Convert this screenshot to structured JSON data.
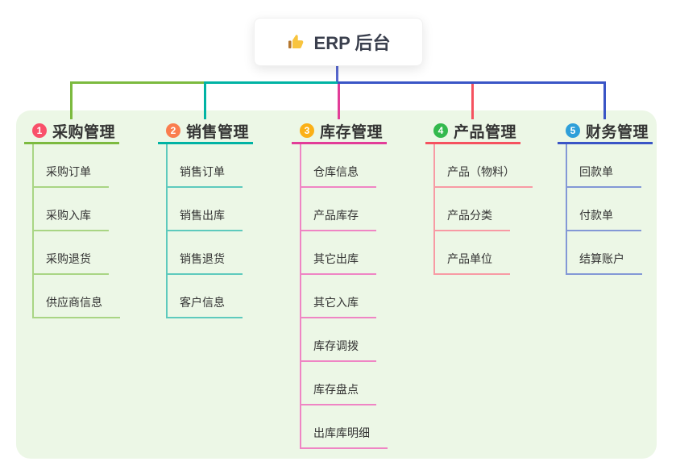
{
  "root": {
    "title": "ERP 后台",
    "icon": "thumbs-up-icon",
    "icon_color": "#f8c43f",
    "drop_line_color": "#5868cf"
  },
  "branches": [
    {
      "badge": "1",
      "badge_color": "#f9506a",
      "label": "采购管理",
      "line_color": "#7cba3f",
      "child_line_color": "#a9d584",
      "children": [
        "采购订单",
        "采购入库",
        "采购退货",
        "供应商信息"
      ]
    },
    {
      "badge": "2",
      "badge_color": "#fa7d4e",
      "label": "销售管理",
      "line_color": "#00b3a4",
      "child_line_color": "#5ecabd",
      "children": [
        "销售订单",
        "销售出库",
        "销售退货",
        "客户信息"
      ]
    },
    {
      "badge": "3",
      "badge_color": "#fbb017",
      "label": "库存管理",
      "line_color": "#e23d98",
      "child_line_color": "#ef85c4",
      "children": [
        "仓库信息",
        "产品库存",
        "其它出库",
        "其它入库",
        "库存调拨",
        "库存盘点",
        "出库库明细"
      ]
    },
    {
      "badge": "4",
      "badge_color": "#33b94d",
      "label": "产品管理",
      "line_color": "#f5525f",
      "child_line_color": "#f89aa4",
      "children": [
        "产品（物料）",
        "产品分类",
        "产品单位"
      ]
    },
    {
      "badge": "5",
      "badge_color": "#2e9fd9",
      "label": "财务管理",
      "line_color": "#3a55c6",
      "child_line_color": "#8398d6",
      "children": [
        "回款单",
        "付款单",
        "结算账户"
      ]
    }
  ],
  "panel_color": "#ecf7e6",
  "text_color": "#333333"
}
